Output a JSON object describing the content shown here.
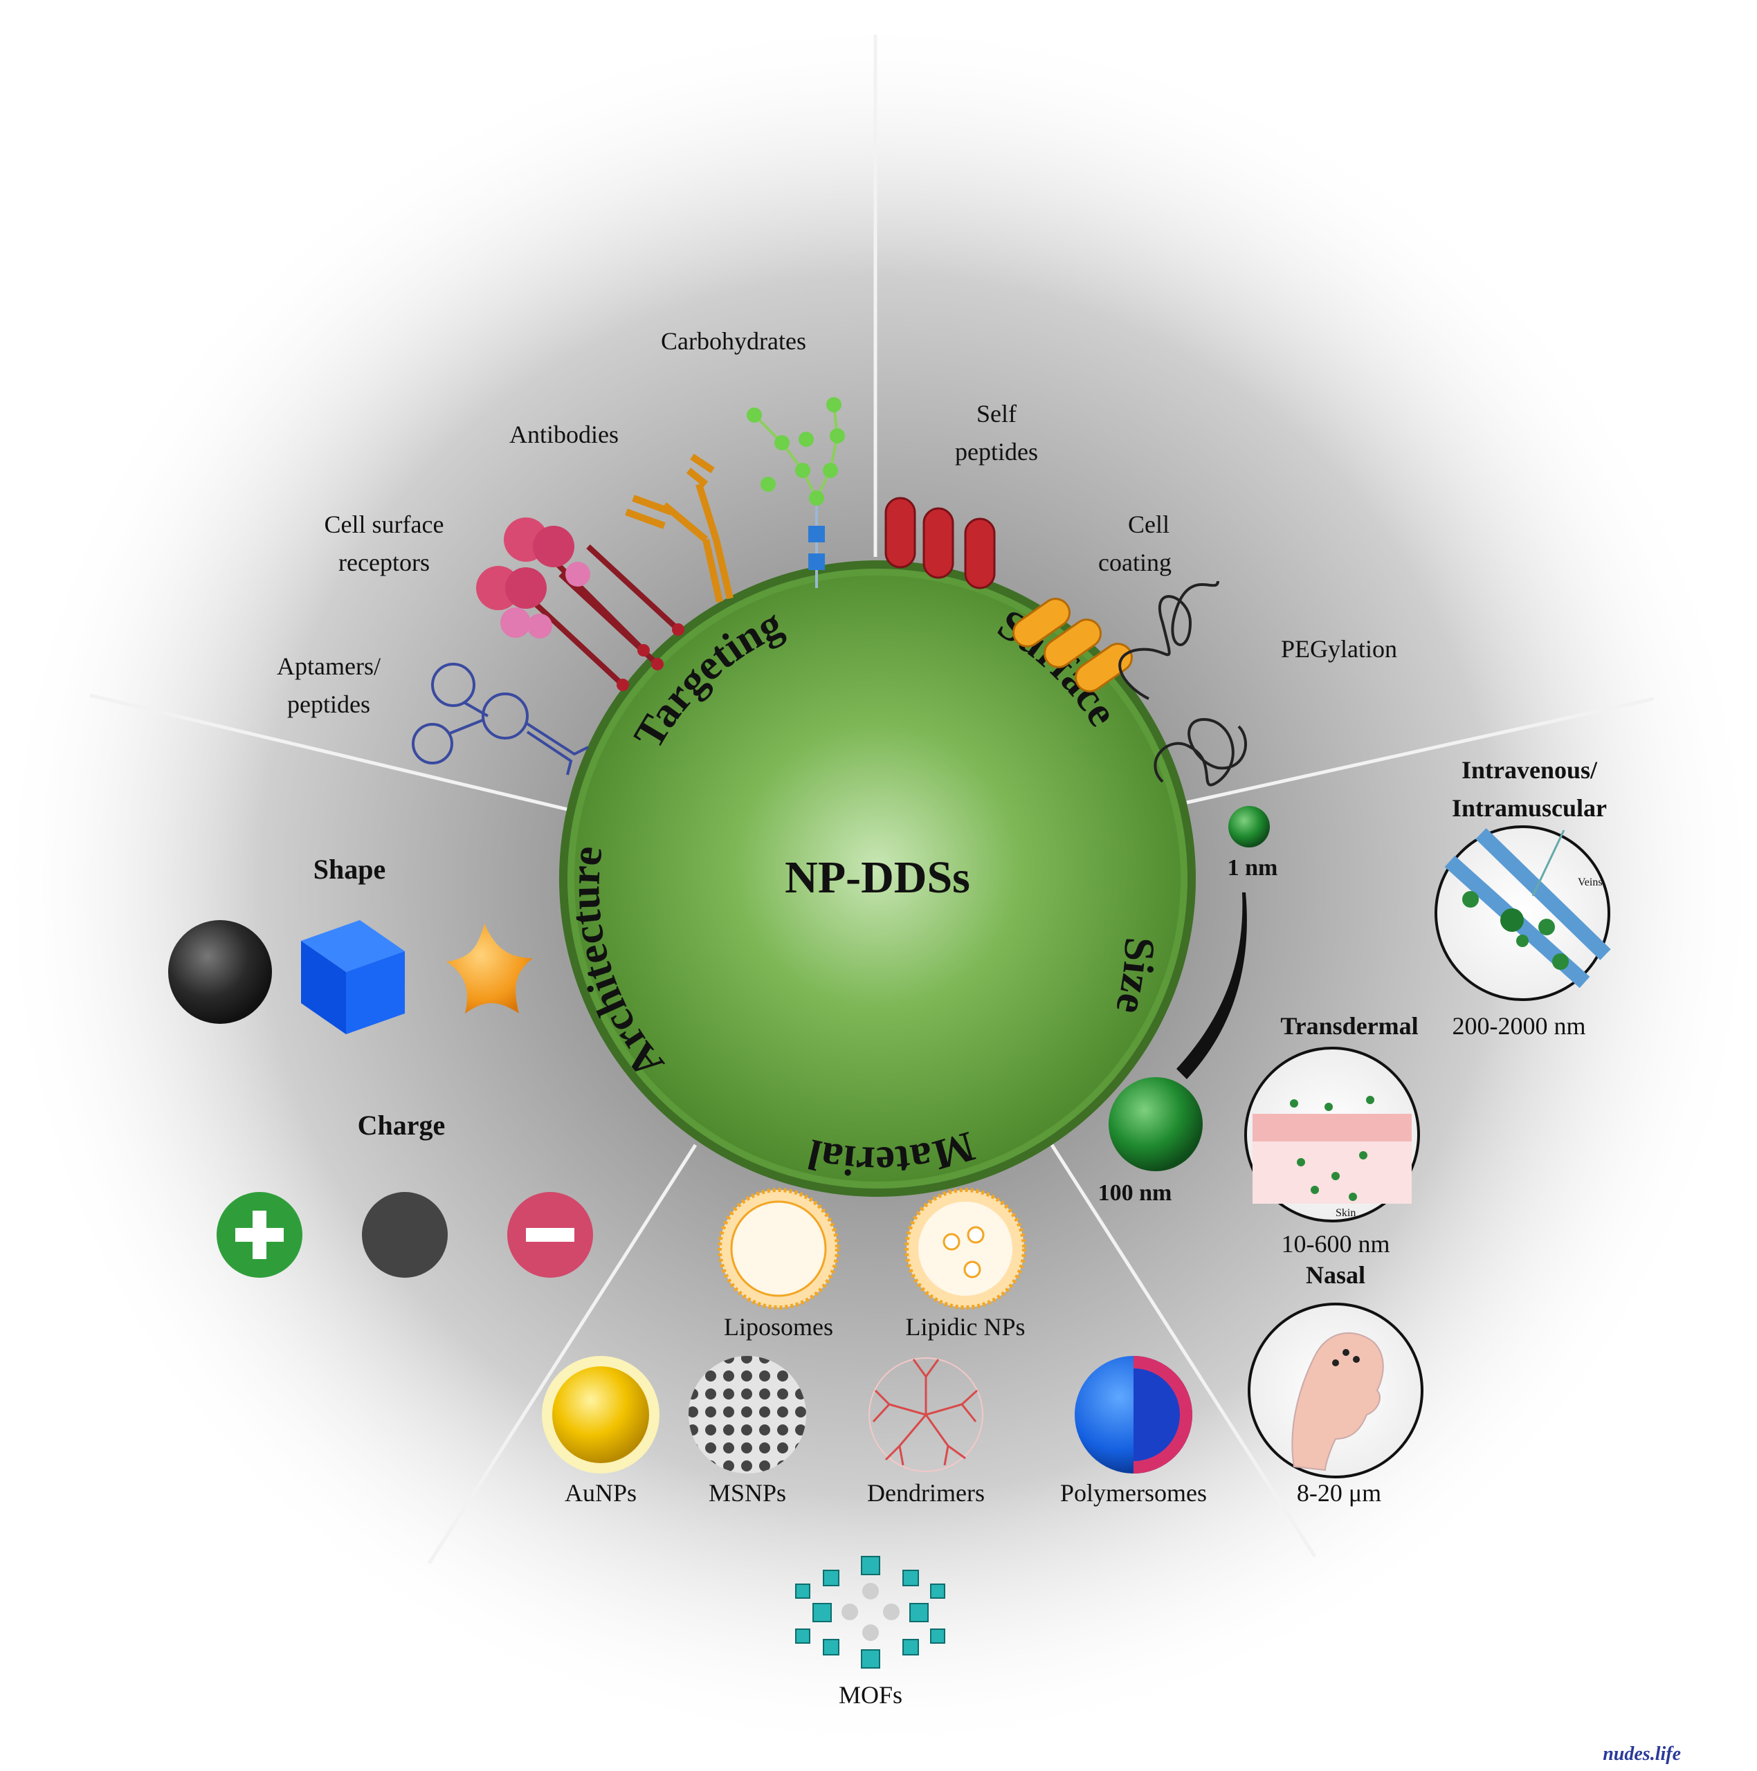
{
  "center": {
    "title": "NP-DDSs"
  },
  "ring_labels": [
    "Surface",
    "Size",
    "Material",
    "Architecture",
    "Targeting"
  ],
  "targeting": {
    "items": [
      "Carbohydrates",
      "Antibodies",
      "Cell surface",
      "receptors",
      "Aptamers/",
      "peptides"
    ]
  },
  "surface": {
    "items": [
      "Self",
      "peptides",
      "Cell",
      "coating",
      "PEGylation"
    ]
  },
  "size": {
    "small": "1 nm",
    "large": "100 nm",
    "routes": [
      {
        "name_lines": [
          "Intravenous/",
          "Intramuscular"
        ],
        "range": "200-2000 nm",
        "inset_label": "Veins"
      },
      {
        "name_lines": [
          "Transdermal"
        ],
        "range": "10-600 nm",
        "inset_label": "Skin"
      },
      {
        "name_lines": [
          "Nasal"
        ],
        "range": "8-20 μm",
        "inset_label": ""
      }
    ]
  },
  "architecture": {
    "shape_label": "Shape",
    "charge_label": "Charge"
  },
  "material": {
    "items": [
      "Liposomes",
      "Lipidic NPs",
      "AuNPs",
      "MSNPs",
      "Dendrimers",
      "Polymersomes",
      "MOFs"
    ]
  },
  "footer": {
    "credit": "nudes.life"
  }
}
